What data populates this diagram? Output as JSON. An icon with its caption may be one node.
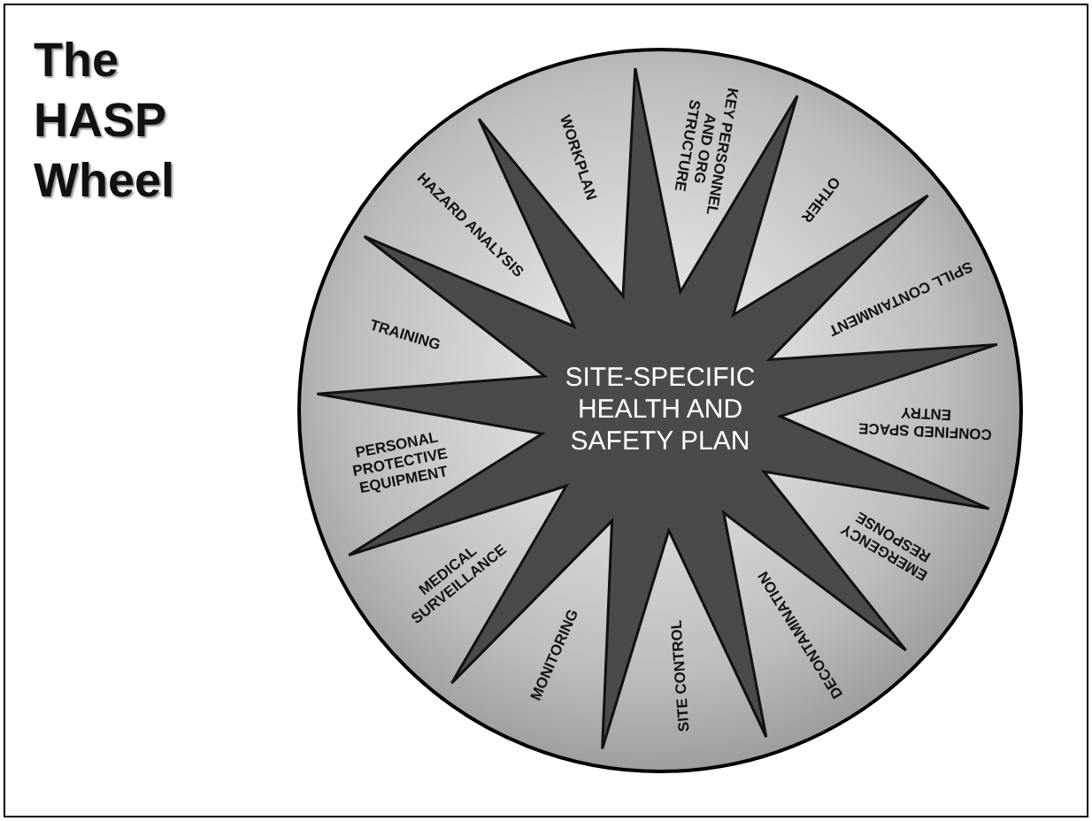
{
  "diagram": {
    "title": "The HASP Wheel",
    "nodes": [
      {
        "text": [],
        "shape": "circle"
      },
      {
        "text": [
          "SITE-SPECIFIC HEALTH AND SAFETY PLAN"
        ],
        "in": 0
      },
      {
        "text": [
          "WORKPLAN"
        ],
        "in": 0
      },
      {
        "text": [
          "KEY PERSONNEL AND ORG STRUCTURE"
        ],
        "in": 0
      },
      {
        "text": [
          "OTHER"
        ],
        "in": 0
      },
      {
        "text": [
          "SPILL CONTAINMENT"
        ],
        "in": 0
      },
      {
        "text": [
          "CONFINED SPACE ENTRY"
        ],
        "in": 0
      },
      {
        "text": [
          "EMERGENCY RESPONSE"
        ],
        "in": 0
      },
      {
        "text": [
          "DECONTAMINATION"
        ],
        "in": 0
      },
      {
        "text": [
          "SITE CONTROL"
        ],
        "in": 0
      },
      {
        "text": [
          "MONITORING"
        ],
        "in": 0
      },
      {
        "text": [
          "MEDICAL SURVEILLANCE"
        ],
        "in": 0
      },
      {
        "text": [
          "PERSONAL PROTECTIVE EQUIPMENT"
        ],
        "in": 0
      },
      {
        "text": [
          "TRAINING"
        ],
        "in": 0
      },
      {
        "text": [
          "HAZARD ANALYSIS"
        ],
        "in": 0
      }
    ]
  }
}
